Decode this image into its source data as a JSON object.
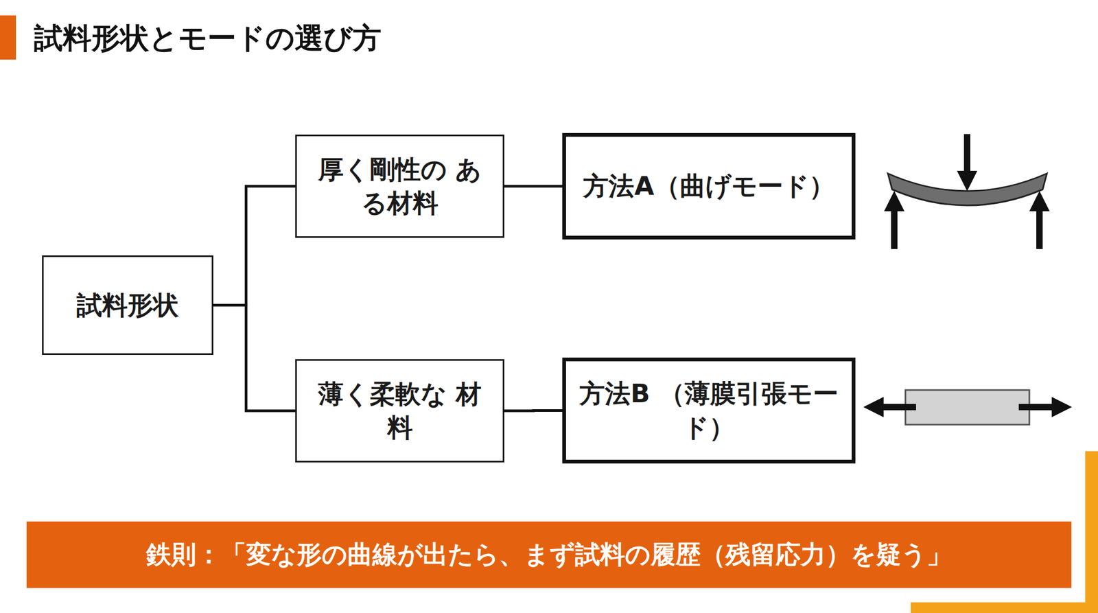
{
  "diagram": {
    "title": "試料形状とモードの選び方",
    "nodes": [
      {
        "text": [
          "試料形状"
        ]
      },
      {
        "text": [
          "厚く剛性の ある材料"
        ]
      },
      {
        "text": [
          "方法A（曲げモード）"
        ]
      },
      {
        "text": [
          "薄く柔軟な 材料"
        ]
      },
      {
        "text": [
          "方法B （薄膜引張モード）"
        ]
      },
      {
        "text": [
          "鉄則：「変な形の曲線が出たら、まず試料の履歴（残留応力）を疑う」"
        ]
      }
    ],
    "edges": [
      {
        "from": 0,
        "to": 1,
        "arrow": "none"
      },
      {
        "from": 0,
        "to": 3,
        "arrow": "none"
      },
      {
        "from": 1,
        "to": 2,
        "arrow": "none"
      },
      {
        "from": 3,
        "to": 4,
        "arrow": "none"
      }
    ]
  }
}
